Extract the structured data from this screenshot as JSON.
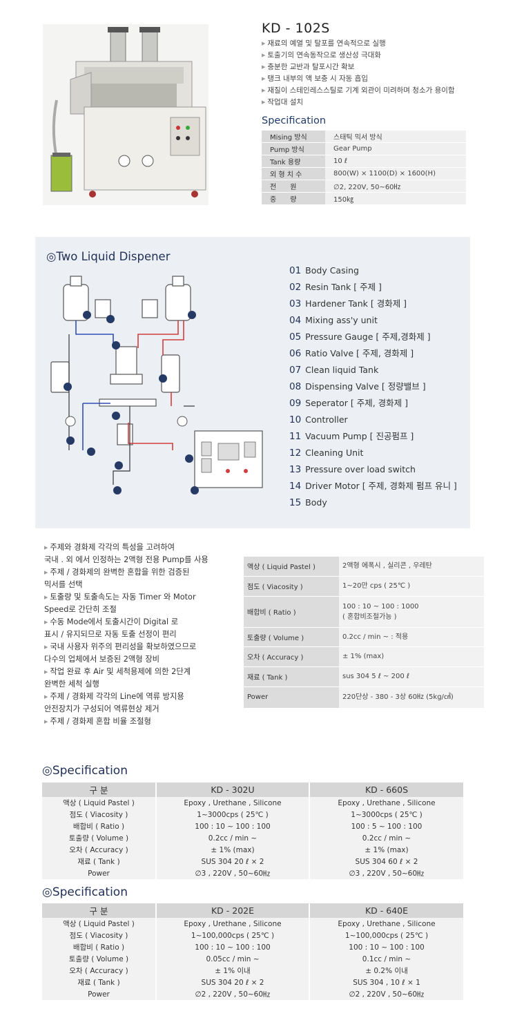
{
  "product": {
    "title": "KD - 102S",
    "features": [
      "재료의 예열 및 탈포를 연속적으로 실행",
      "토출기의 연속동작으로 생산성 극대화",
      "충분한 교반과 탈포시간 확보",
      "탱크 내부의 액 보충 시 자동 흡입",
      "재질이 스테인레스스틸로 기계 외관이 미려하며 청소가 용이함",
      "작업대 설치"
    ],
    "spec_heading": "Specification",
    "spec_rows": [
      {
        "key": "Mising 방식",
        "value": "스태틱 믹서 방식"
      },
      {
        "key": "Pump 방식",
        "value": "Gear Pump"
      },
      {
        "key": "Tank 용량",
        "value": "10 ℓ"
      },
      {
        "key": "외 형 치 수",
        "value": "800(W) × 1100(D) × 1600(H)"
      },
      {
        "key": "전　　원",
        "value": "∅2, 220V, 50~60㎐"
      },
      {
        "key": "중　　량",
        "value": "150㎏"
      }
    ]
  },
  "diagram_panel": {
    "title": "◎Two Liquid Dispener",
    "parts": [
      {
        "num": "01",
        "label": "Body Casing"
      },
      {
        "num": "02",
        "label": "Resin Tank [ 주제 ]"
      },
      {
        "num": "03",
        "label": "Hardener Tank [ 경화제 ]"
      },
      {
        "num": "04",
        "label": "Mixing ass'y unit"
      },
      {
        "num": "05",
        "label": "Pressure Gauge [ 주제,경화제 ]"
      },
      {
        "num": "06",
        "label": "Ratio Valve [ 주제, 경화제 ]"
      },
      {
        "num": "07",
        "label": "Clean liquid Tank"
      },
      {
        "num": "08",
        "label": "Dispensing Valve [ 정량밸브 ]"
      },
      {
        "num": "09",
        "label": "Seperator [ 주제, 경화제 ]"
      },
      {
        "num": "10",
        "label": "Controller"
      },
      {
        "num": "11",
        "label": "Vacuum Pump [ 진공펌프 ]"
      },
      {
        "num": "12",
        "label": "Cleaning Unit"
      },
      {
        "num": "13",
        "label": "Pressure over load switch"
      },
      {
        "num": "14",
        "label": "Driver Motor [ 주제, 경화제 펌프 유니 ]"
      },
      {
        "num": "15",
        "label": "Body"
      }
    ]
  },
  "mid_features": [
    {
      "text": "주제와 경화제 각각의 특성을 고려하여",
      "bullet": true
    },
    {
      "text": "국내 . 외 에서 인정하는 2액형 전용 Pump를 사용",
      "bullet": false
    },
    {
      "text": "주제 / 경화제의 완벽한 혼합을 위한 검증된",
      "bullet": true
    },
    {
      "text": "믹서를 선택",
      "bullet": false
    },
    {
      "text": "토출량 및 토출속도는 자동 Timer 와 Motor",
      "bullet": true
    },
    {
      "text": "Speed로 간단히 조절",
      "bullet": false
    },
    {
      "text": "수동 Mode에서 토출시간이 Digital 로",
      "bullet": true
    },
    {
      "text": "표시 / 유지되므로 자동 토출 선정이 편리",
      "bullet": false
    },
    {
      "text": "국내 사용자 위주의 편리성을 확보하였으므로",
      "bullet": true
    },
    {
      "text": "다수의 업체에서 보증된 2액형 장비",
      "bullet": false
    },
    {
      "text": "작업 완료 후 Air 및 세척용제에 의한 2단계",
      "bullet": true
    },
    {
      "text": "완벽한 세척 실행",
      "bullet": false
    },
    {
      "text": "주제 / 경화제 각각의 Line에 역류 방지용",
      "bullet": true
    },
    {
      "text": "안전장치가 구성되어 역류현상 제거",
      "bullet": false
    },
    {
      "text": "주제 / 경화제 혼합 비율 조절형",
      "bullet": true
    }
  ],
  "mid_spec": [
    {
      "key": "액상 ( Liquid Pastel )",
      "lines": [
        "2액형 에폭시 , 실리콘 , 우레탄"
      ]
    },
    {
      "key": "점도 ( Viacosity )",
      "lines": [
        "1~20만 cps ( 25℃ )"
      ]
    },
    {
      "key": "배합비 ( Ratio )",
      "lines": [
        "100 : 10 ~ 100 : 1000",
        "( 혼합비조절가능 )"
      ]
    },
    {
      "key": "토출량 ( Volume )",
      "lines": [
        "0.2cc / min ~ : 적용"
      ]
    },
    {
      "key": "오차 ( Accuracy )",
      "lines": [
        "± 1% (max)"
      ]
    },
    {
      "key": "재료 ( Tank )",
      "lines": [
        "sus 304 5 ℓ ~ 200 ℓ"
      ]
    },
    {
      "key": "Power",
      "lines": [
        "220단상 - 380 - 3상 60㎐ (5kg/㎠)"
      ]
    }
  ],
  "spec_tables": [
    {
      "heading": "◎Specification",
      "headers": [
        "구 분",
        "KD - 302U",
        "KD - 660S"
      ],
      "rows": [
        [
          "액상 ( Liquid Pastel )",
          "Epoxy , Urethane , Silicone",
          "Epoxy , Urethane , Silicone"
        ],
        [
          "점도 ( Viacosity )",
          "1~3000cps ( 25℃ )",
          "1~3000cps ( 25℃ )"
        ],
        [
          "배합비 ( Ratio )",
          "100 : 10 ~ 100 : 100",
          "100 : 5 ~ 100 : 100"
        ],
        [
          "토출량 ( Volume )",
          "0.2cc / min ~",
          "0.2cc / min ~"
        ],
        [
          "오차 ( Accuracy )",
          "± 1% (max)",
          "± 1% (max)"
        ],
        [
          "재료 ( Tank )",
          "SUS 304 20 ℓ × 2",
          "SUS 304 60 ℓ × 2"
        ],
        [
          "Power",
          "∅3 , 220V , 50~60㎐",
          "∅3 , 220V , 50~60㎐"
        ]
      ]
    },
    {
      "heading": "◎Specification",
      "headers": [
        "구 분",
        "KD - 202E",
        "KD - 640E"
      ],
      "rows": [
        [
          "액상 ( Liquid Pastel )",
          "Epoxy , Urethane , Silicone",
          "Epoxy , Urethane , Silicone"
        ],
        [
          "점도 ( Viacosity )",
          "1~100,000cps ( 25℃ )",
          "1~100,000cps ( 25℃ )"
        ],
        [
          "배합비 ( Ratio )",
          "100 : 10 ~ 100 : 100",
          "100 : 10 ~ 100 : 100"
        ],
        [
          "토출량 ( Volume )",
          "0.05cc / min ~",
          "0.1cc / min ~"
        ],
        [
          "오차 ( Accuracy )",
          "± 1% 이내",
          "± 0.2% 이내"
        ],
        [
          "재료 ( Tank )",
          "SUS 304 20 ℓ × 2",
          "SUS 304 , 10 ℓ × 1"
        ],
        [
          "Power",
          "∅2 , 220V , 50~60㎐",
          "∅2 , 220V , 50~60㎐"
        ]
      ]
    }
  ],
  "colors": {
    "accent": "#1f2f55",
    "panel": "#eceff3",
    "key_cell": "#d9d9d9",
    "value_cell": "#f0f0f0",
    "red_line": "#d23c3c",
    "blue_line": "#2f4fb4"
  }
}
